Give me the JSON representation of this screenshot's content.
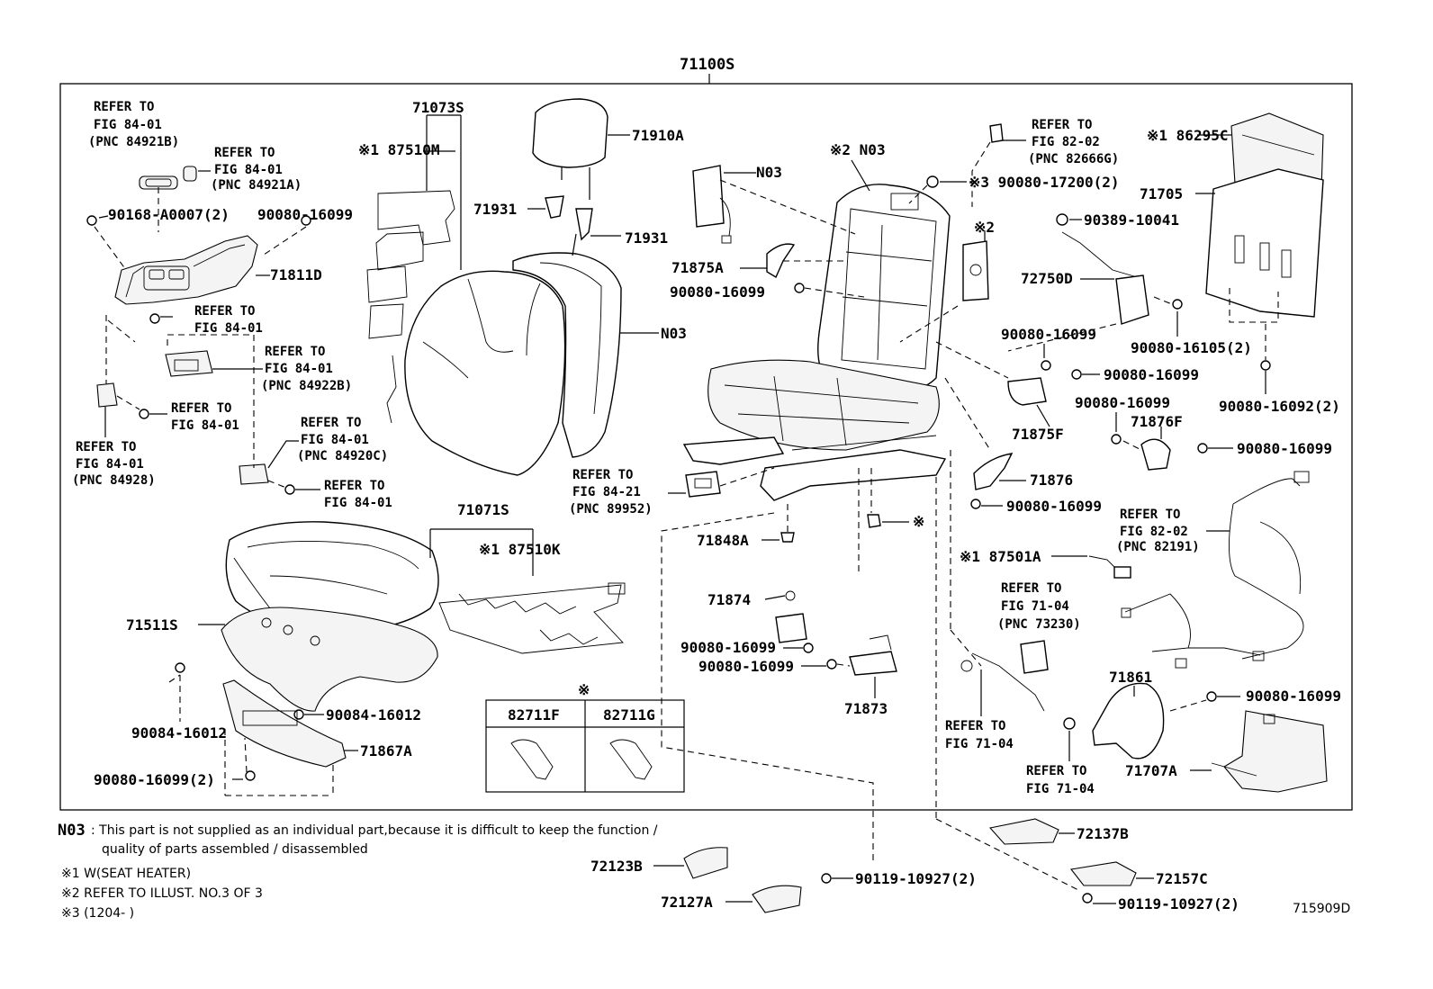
{
  "assembly": {
    "number": "71100S"
  },
  "refer_blocks": [
    {
      "lines": [
        "REFER TO",
        "FIG 84-01",
        "(PNC 84921B)"
      ]
    },
    {
      "lines": [
        "REFER TO",
        "FIG 84-01",
        "(PNC 84921A)"
      ]
    },
    {
      "lines": [
        "REFER TO",
        "FIG 84-01"
      ]
    },
    {
      "lines": [
        "REFER TO",
        "FIG 84-01",
        "(PNC 84922B)"
      ]
    },
    {
      "lines": [
        "REFER TO",
        "FIG 84-01"
      ]
    },
    {
      "lines": [
        "REFER TO",
        "FIG 84-01",
        "(PNC 84928)"
      ]
    },
    {
      "lines": [
        "REFER TO",
        "FIG 84-01",
        "(PNC 84920C)"
      ]
    },
    {
      "lines": [
        "REFER TO",
        "FIG 84-01"
      ]
    },
    {
      "lines": [
        "REFER TO",
        "FIG 84-21",
        "(PNC 89952)"
      ]
    },
    {
      "lines": [
        "REFER TO",
        "FIG 82-02",
        "(PNC 82666G)"
      ]
    },
    {
      "lines": [
        "REFER TO",
        "FIG 82-02",
        "(PNC 82191)"
      ]
    },
    {
      "lines": [
        "REFER TO",
        "FIG 71-04",
        "(PNC 73230)"
      ]
    },
    {
      "lines": [
        "REFER TO",
        "FIG 71-04"
      ]
    },
    {
      "lines": [
        "REFER TO",
        "FIG 71-04"
      ]
    }
  ],
  "part_labels": [
    "90168-A0007(2)",
    "90080-16099",
    "71811D",
    "71073S",
    "※1 87510M",
    "71910A",
    "71931",
    "71931",
    "N03",
    "N03",
    "71875A",
    "90080-16099",
    "※2 N03",
    "※3 90080-17200(2)",
    "※2",
    "※1 86295C",
    "71705",
    "90389-10041",
    "72750D",
    "90080-16099",
    "90080-16099",
    "90080-16105(2)",
    "90080-16092(2)",
    "71875F",
    "90080-16099",
    "71876F",
    "90080-16099",
    "71876",
    "90080-16099",
    "71071S",
    "※1 87510K",
    "71848A",
    "※",
    "※1 87501A",
    "71511S",
    "71874",
    "90080-16099",
    "90080-16099",
    "71873",
    "71861",
    "90080-16099",
    "71707A",
    "90084-16012",
    "90084-16012",
    "71867A",
    "90080-16099(2)",
    "72137B",
    "72123B",
    "90119-10927(2)",
    "72157C",
    "72127A",
    "90119-10927(2)"
  ],
  "inset": {
    "mark": "※",
    "left_label": "82711F",
    "right_label": "82711G"
  },
  "notes": {
    "n03_code": "N03",
    "n03_line1": ": This part is not supplied as an individual part,because it is difficult to keep the function /",
    "n03_line2": "quality of parts assembled / disassembled",
    "note1": "※1 W(SEAT HEATER)",
    "note2": "※2 REFER TO ILLUST. NO.3 OF 3",
    "note3": "※3 (1204-         )"
  },
  "figure_id": "715909D"
}
